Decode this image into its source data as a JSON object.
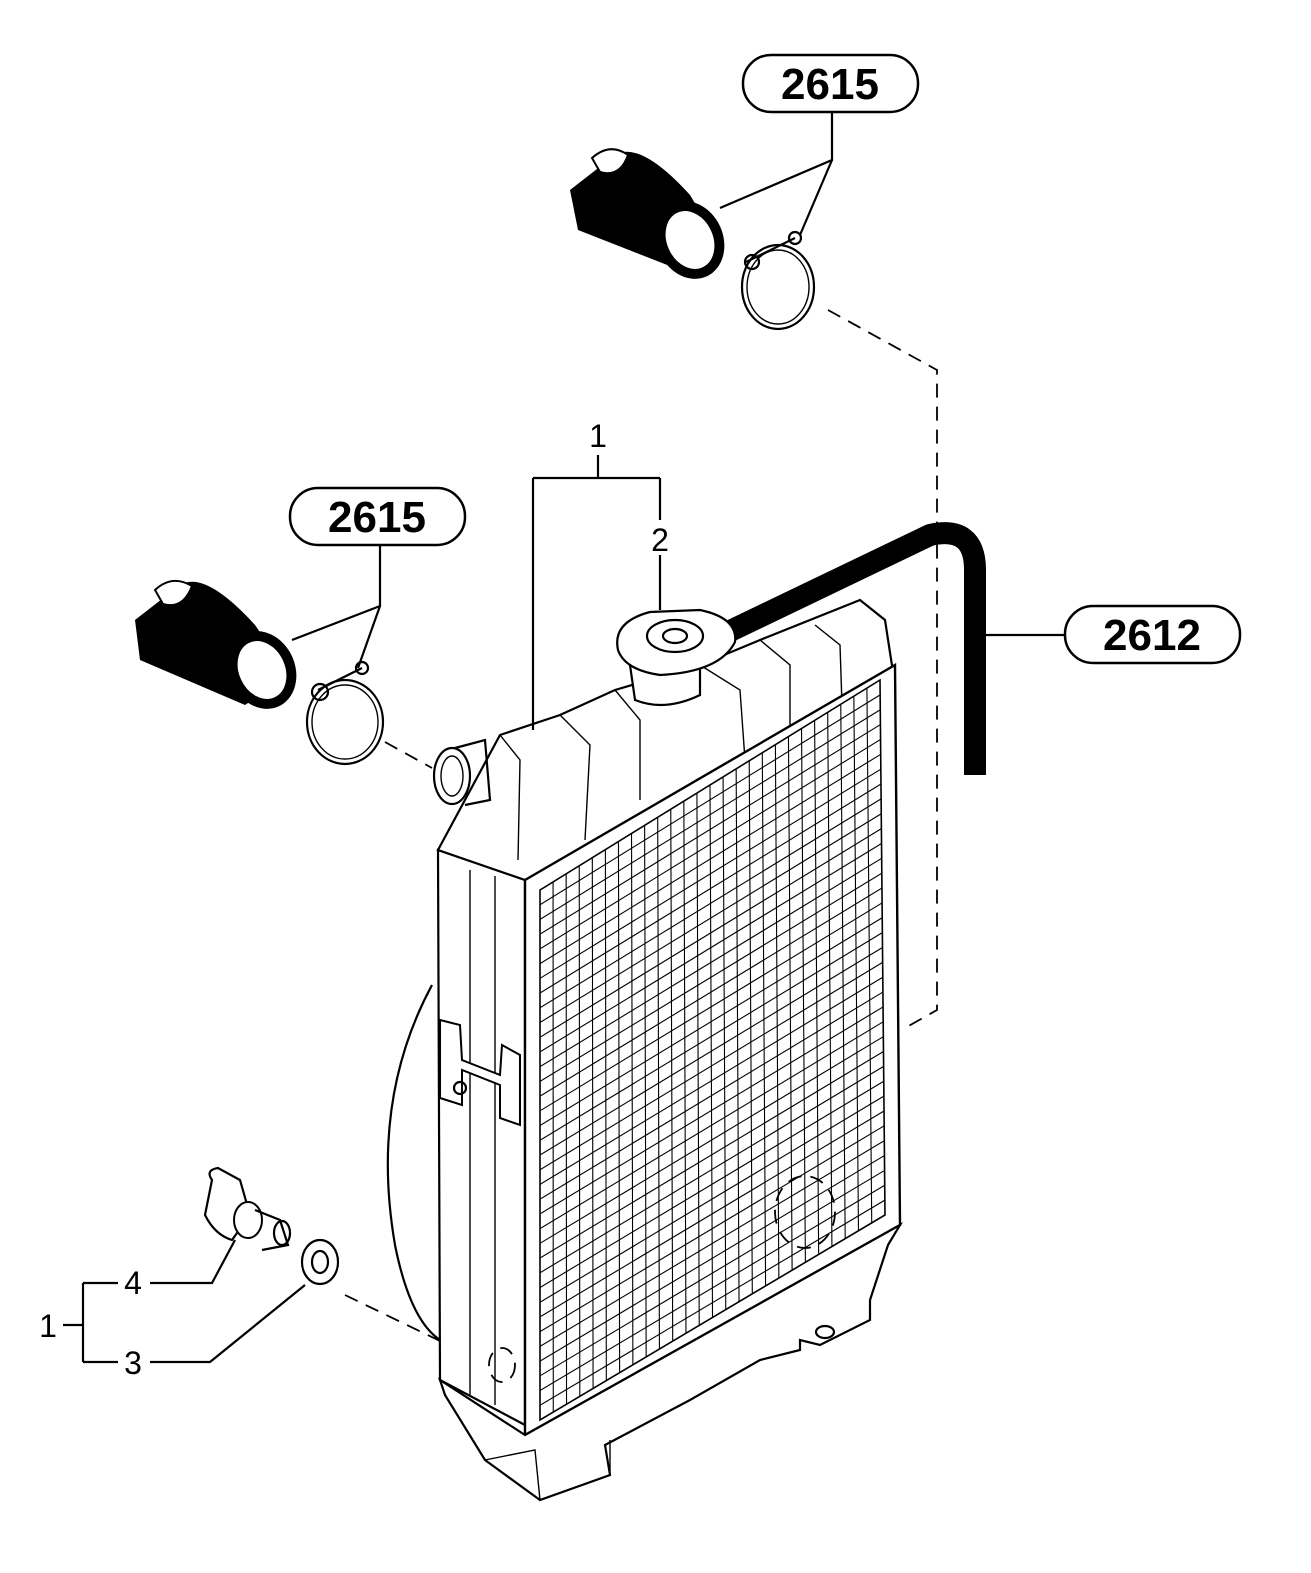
{
  "callouts": {
    "ref_top": "2615",
    "ref_left": "2615",
    "ref_right": "2612",
    "num_1_top": "1",
    "num_2": "2",
    "num_1_left": "1",
    "num_3": "3",
    "num_4": "4"
  }
}
